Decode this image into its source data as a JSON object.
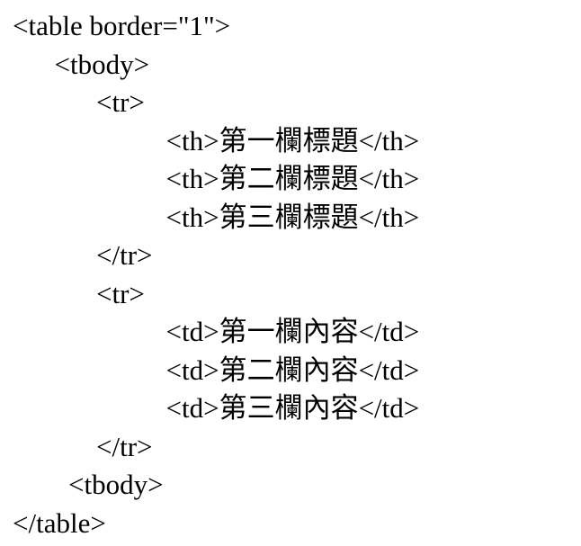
{
  "page": {
    "background_color": "#ffffff",
    "text_color": "#000000"
  },
  "code": {
    "language": "html",
    "lines": [
      "<table border=\"1\">",
      "      <tbody>",
      "            <tr>",
      "                      <th>第一欄標題</th>",
      "                      <th>第二欄標題</th>",
      "                      <th>第三欄標題</th>",
      "            </tr>",
      "            <tr>",
      "                      <td>第一欄內容</td>",
      "                      <td>第二欄內容</td>",
      "                      <td>第三欄內容</td>",
      "            </tr>",
      "        <tbody>",
      "</table>"
    ]
  }
}
